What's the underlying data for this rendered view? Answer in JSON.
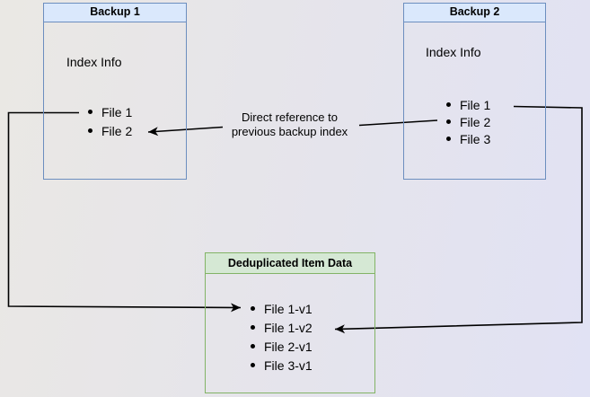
{
  "colors": {
    "bg_start": "#eae8e4",
    "bg_end": "#e1e2f4",
    "blue_border": "#6c8ebf",
    "blue_fill": "#dae8fc",
    "green_border": "#82b366",
    "green_fill": "#d5e8d4",
    "line": "#000000"
  },
  "backup1": {
    "title": "Backup 1",
    "subtitle": "Index Info",
    "files": [
      "File 1",
      "File 2"
    ]
  },
  "backup2": {
    "title": "Backup 2",
    "subtitle": "Index Info",
    "files": [
      "File 1",
      "File 2",
      "File 3"
    ]
  },
  "dedup": {
    "title": "Deduplicated Item Data",
    "items": [
      "File 1-v1",
      "File 1-v2",
      "File 2-v1",
      "File 3-v1"
    ]
  },
  "edge_label": {
    "line1": "Direct reference to",
    "line2": "previous backup index"
  }
}
